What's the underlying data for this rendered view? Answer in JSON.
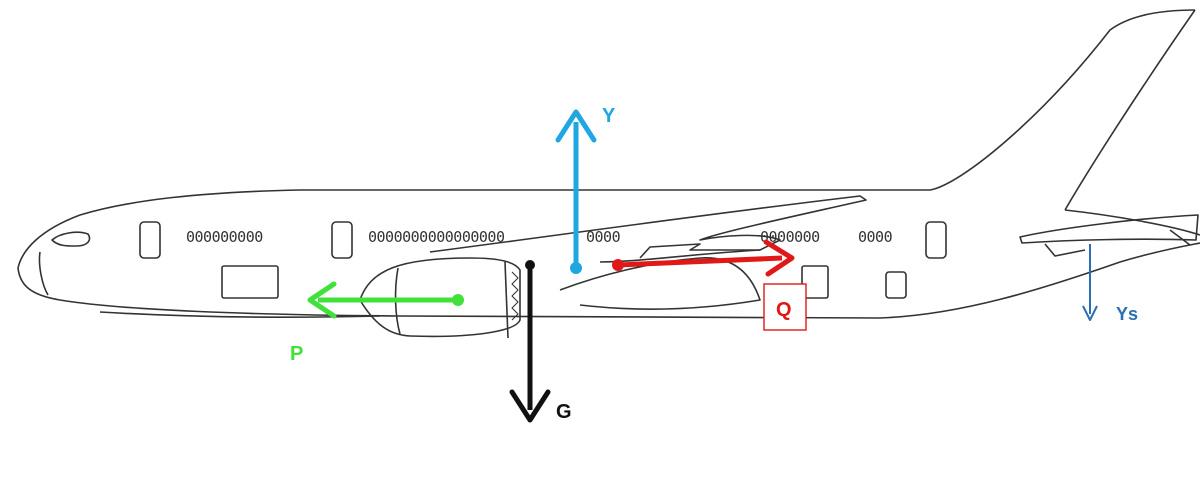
{
  "diagram": {
    "forces": [
      {
        "id": "Y",
        "label": "Y",
        "color": "#1ea7e1"
      },
      {
        "id": "G",
        "label": "G",
        "color": "#111111"
      },
      {
        "id": "P",
        "label": "P",
        "color": "#3fe13a"
      },
      {
        "id": "Q",
        "label": "Q",
        "color": "#e01818"
      },
      {
        "id": "Ys",
        "label": "Ys",
        "color": "#2a6fb3"
      }
    ],
    "windows": {
      "group1": "000000000",
      "group2": "0000000000000000",
      "group3": "0000",
      "group4": "0000000",
      "group5": "0000"
    }
  }
}
